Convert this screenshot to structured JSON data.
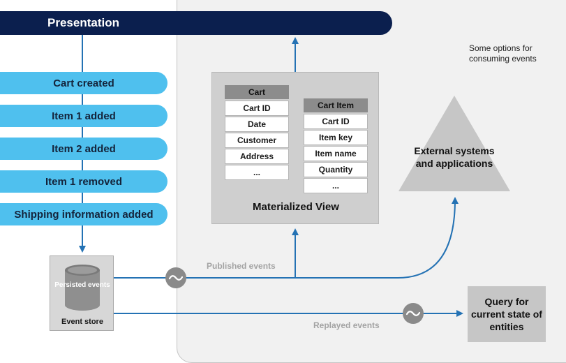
{
  "presentation": {
    "label": "Presentation"
  },
  "events": [
    {
      "label": "Cart created"
    },
    {
      "label": "Item 1 added"
    },
    {
      "label": "Item 2 added"
    },
    {
      "label": "Item 1 removed"
    },
    {
      "label": "Shipping information added"
    }
  ],
  "event_store": {
    "cylinder_label": "Persisted events",
    "label": "Event store"
  },
  "materialized_view": {
    "label": "Materialized View",
    "cart_table": {
      "title": "Cart",
      "rows": [
        "Cart ID",
        "Date",
        "Customer",
        "Address",
        "..."
      ]
    },
    "cart_item_table": {
      "title": "Cart Item",
      "rows": [
        "Cart ID",
        "Item key",
        "Item name",
        "Quantity",
        "..."
      ]
    }
  },
  "options_caption": "Some options for consuming events",
  "external": {
    "label": "External systems and applications"
  },
  "query": {
    "label": "Query for current state of entities"
  },
  "flows": {
    "published": "Published events",
    "replayed": "Replayed events"
  },
  "colors": {
    "presentation_bar": "#0b1f4e",
    "event_pill": "#4fc0ee",
    "arrow": "#2472b4",
    "region_background": "#f1f1f1",
    "triangle": "#c6c6c6",
    "table_header": "#8c8c8c"
  }
}
